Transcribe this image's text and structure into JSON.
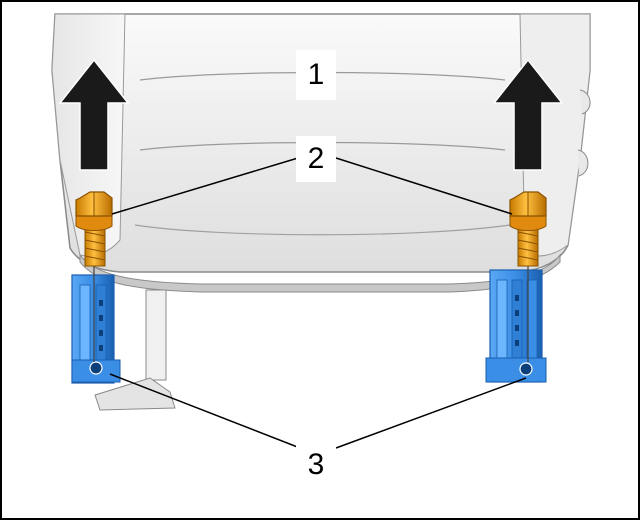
{
  "figure": {
    "type": "exploded-assembly-illustration",
    "callouts": [
      {
        "id": "1",
        "label": "1"
      },
      {
        "id": "2",
        "label": "2"
      },
      {
        "id": "3",
        "label": "3"
      }
    ],
    "direction_arrows": {
      "direction": "up",
      "count": 2
    },
    "colors": {
      "bolt": "#f0a020",
      "bolt_dark": "#b86e00",
      "rail": "#3a8ee6",
      "rail_dark": "#1a5fb0",
      "arrow": "#1a1a1a",
      "seat_light": "#f2f2f2",
      "seat_shade": "#cfcfcf",
      "outline": "#7a7a7a",
      "frame": "#000000"
    }
  }
}
